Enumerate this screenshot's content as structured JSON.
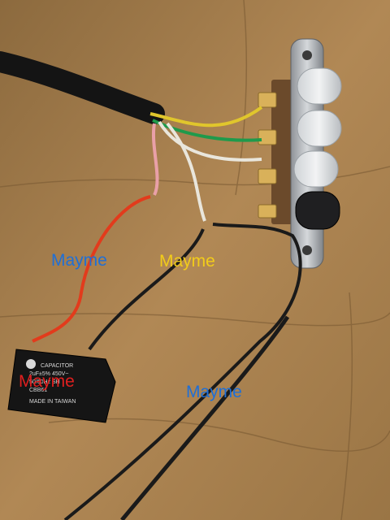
{
  "photo": {
    "watermarks": [
      {
        "text": "Mayme",
        "color": "#1f6fd6"
      },
      {
        "text": "Mayme",
        "color": "#f2cc1a"
      },
      {
        "text": "Mayme",
        "color": "#1f6fd6"
      },
      {
        "text": "Mayme",
        "color": "#e01f1f"
      }
    ],
    "capacitor_text": [
      "CAPACITOR",
      "2uF±5% 450V~",
      "50/60Hz SH",
      "CBB61",
      "MADE IN TAIWAN"
    ],
    "wire_colors": {
      "black": "#1a1a1a",
      "yellow": "#e0c62c",
      "green": "#1f9a4b",
      "white": "#e9e6dc",
      "pink": "#e9a0a8",
      "red": "#e23b1c"
    }
  }
}
